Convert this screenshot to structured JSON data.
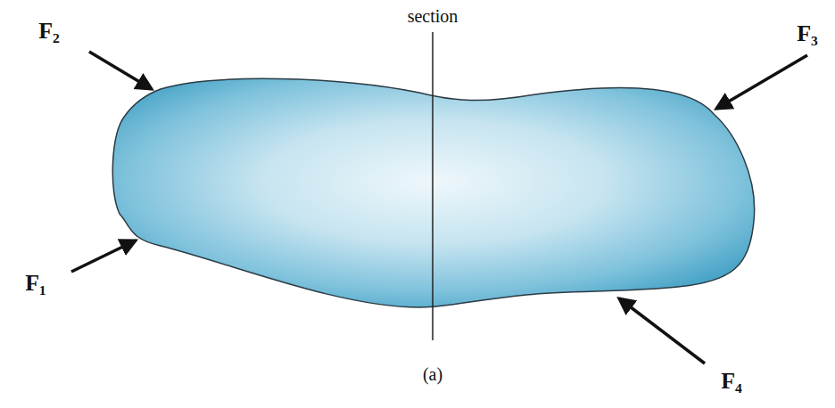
{
  "diagram": {
    "caption": "(a)",
    "labels": [
      "section",
      "F₂",
      "F₃",
      "F₁",
      "F₄"
    ]
  }
}
